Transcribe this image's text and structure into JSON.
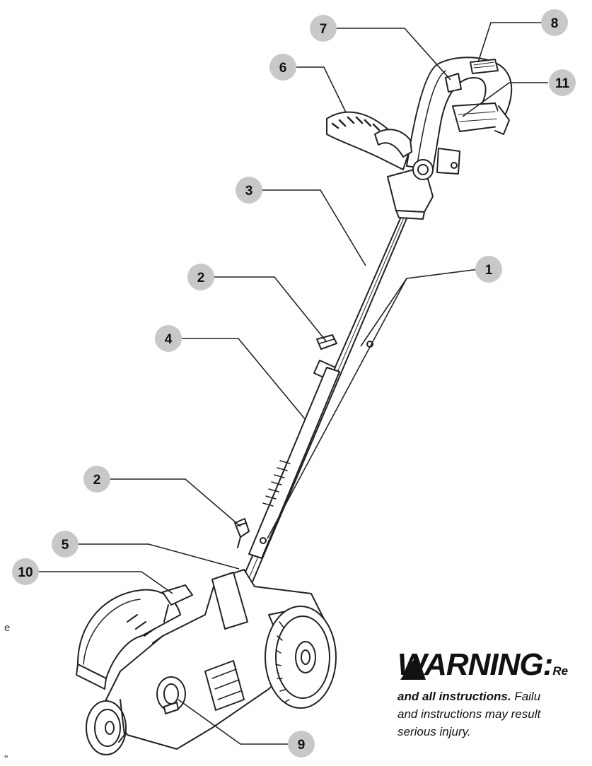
{
  "callouts": [
    {
      "id": "c1",
      "label": "1"
    },
    {
      "id": "c2a",
      "label": "2"
    },
    {
      "id": "c2b",
      "label": "2"
    },
    {
      "id": "c3",
      "label": "3"
    },
    {
      "id": "c4",
      "label": "4"
    },
    {
      "id": "c5",
      "label": "5"
    },
    {
      "id": "c6",
      "label": "6"
    },
    {
      "id": "c7",
      "label": "7"
    },
    {
      "id": "c8",
      "label": "8"
    },
    {
      "id": "c9",
      "label": "9"
    },
    {
      "id": "c10",
      "label": "10"
    },
    {
      "id": "c11",
      "label": "11"
    }
  ],
  "warning": {
    "title": "WARNING:",
    "title_tail": "Re",
    "line1_bold": "and all instructions.",
    "line1_rest": " Failu",
    "line2": "and instructions may result",
    "line3": "serious injury."
  },
  "margin_fragments": {
    "left_char": "e",
    "bottom_char": "\""
  },
  "colors": {
    "callout_fill": "#c8c8c8",
    "line": "#222222"
  }
}
